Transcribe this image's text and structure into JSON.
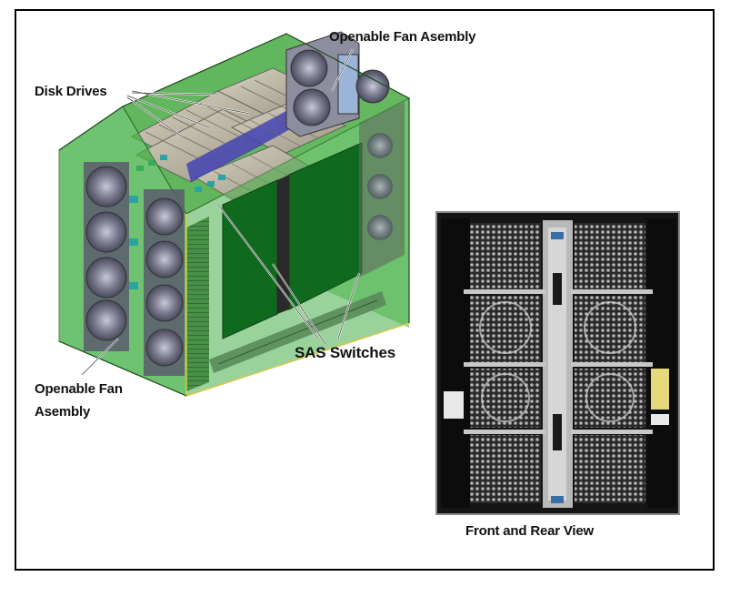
{
  "labels": {
    "fan_top": "Openable Fan Asembly",
    "disk_drives": "Disk Drives",
    "sas_switches": "SAS Switches",
    "fan_left_line1": "Openable Fan",
    "fan_left_line2": "Asembly",
    "caption": "Front and Rear View"
  },
  "colors": {
    "enclosure_green": "#3fae3f",
    "panel_dark_green": "#0f6a1e",
    "fan_gray": "#7a7a8c",
    "photo_black": "#151515",
    "grille_gray": "#9a9a9a"
  },
  "icons": [
    "fan-icon",
    "disk-drive-icon",
    "grille-icon"
  ]
}
